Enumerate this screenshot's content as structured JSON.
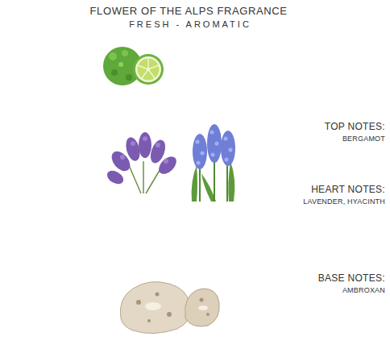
{
  "diagram": {
    "title": "FLOWER OF THE ALPS FRAGRANCE",
    "nodes": [
      {
        "text": [
          "TOP NOTES:",
          "BERGAMOT"
        ]
      },
      {
        "text": [
          "HEART NOTES:",
          "LAVENDER, HYACINTH"
        ]
      },
      {
        "text": [
          "BASE NOTES:",
          "AMBROXAN"
        ]
      }
    ],
    "labels": [
      "FRESH - AROMATIC"
    ]
  }
}
